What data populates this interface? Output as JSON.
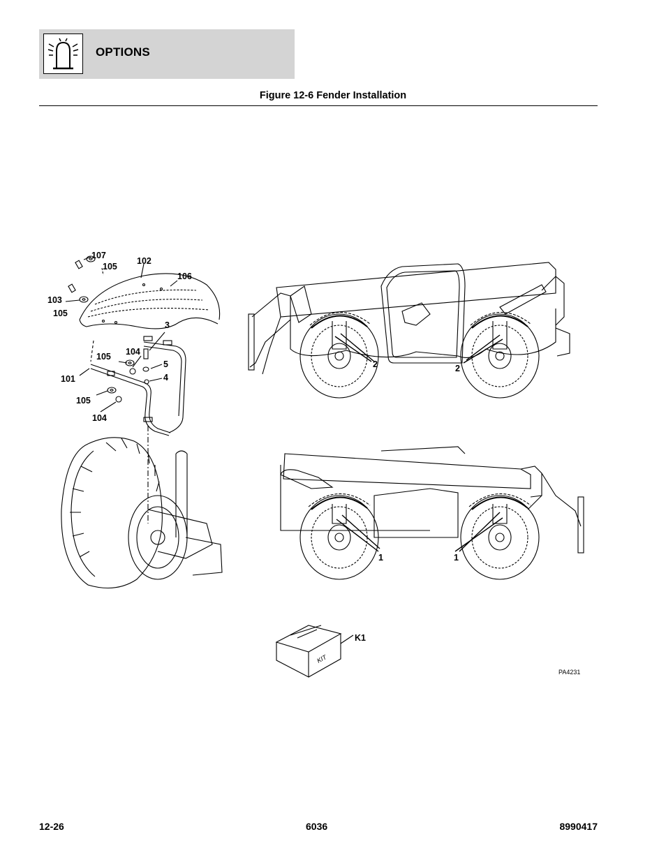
{
  "header": {
    "icon": "beacon-light-icon",
    "title": "OPTIONS"
  },
  "figure": {
    "title": "Figure 12-6 Fender Installation",
    "drawing_code": "PA4231",
    "kit_box_text": "KIT",
    "callouts": {
      "c107": "107",
      "c105a": "105",
      "c102": "102",
      "c106": "106",
      "c103": "103",
      "c105b": "105",
      "c3": "3",
      "c104a": "104",
      "c105c": "105",
      "c5": "5",
      "c4": "4",
      "c101": "101",
      "c105d": "105",
      "c104b": "104",
      "c2a": "2",
      "c2b": "2",
      "c1a": "1",
      "c1b": "1",
      "k1": "K1"
    }
  },
  "footer": {
    "page": "12-26",
    "model": "6036",
    "doc_number": "8990417"
  }
}
